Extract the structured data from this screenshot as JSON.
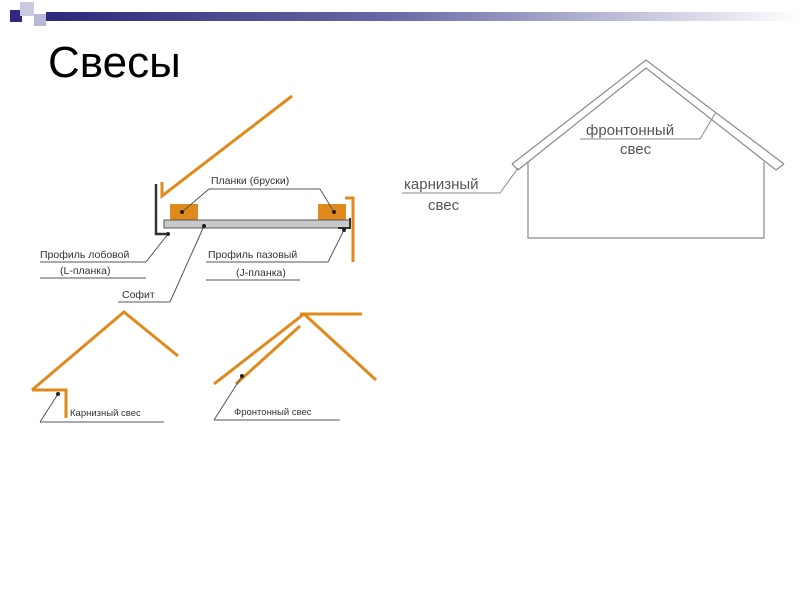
{
  "slide": {
    "title": "Свесы"
  },
  "soffit_diagram": {
    "planks": "Планки (бруски)",
    "front_profile": "Профиль лобовой",
    "front_profile_sub": "(L-планка)",
    "groove_profile": "Профиль пазовый",
    "groove_profile_sub": "(J-планка)",
    "soffit": "Софит"
  },
  "small_diagrams": {
    "eave_overhang": "Карнизный свес",
    "gable_overhang": "Фронтонный свес"
  },
  "house_diagram": {
    "gable_line1": "фронтонный",
    "gable_line2": "свес",
    "eave_line1": "карнизный",
    "eave_line2": "свес"
  },
  "colors": {
    "accent_orange": "#e08a1e",
    "bar_navy": "#2f2a7e",
    "line_gray": "#8a8a8a"
  }
}
